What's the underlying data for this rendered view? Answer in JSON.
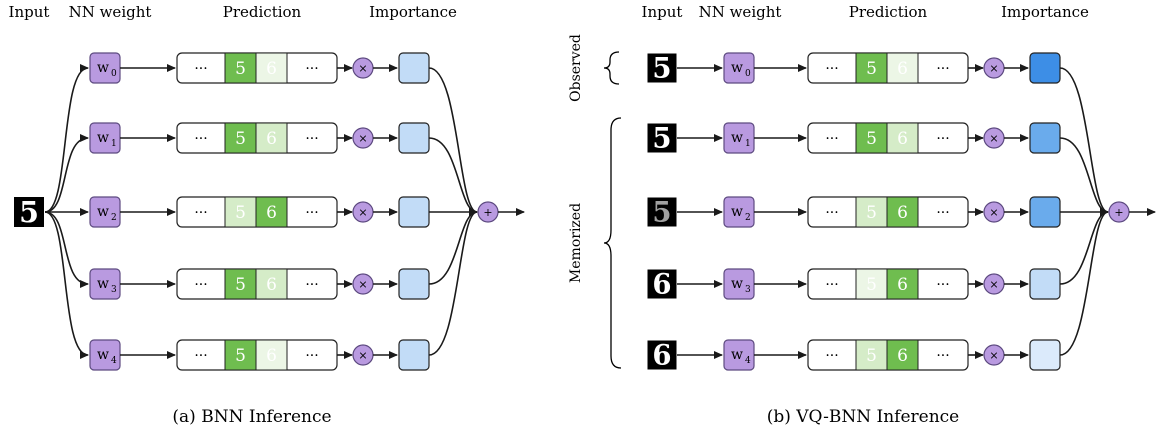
{
  "colors": {
    "weight_fill": "#b99ae0",
    "weight_stroke": "#5d4a80",
    "pred_strong": "#6fbd4f",
    "pred_weak": "#d5ecc8",
    "pred_faint": "#ecf6e6",
    "imp_strong": "#3d8ee6",
    "imp_medium": "#6aabec",
    "imp_light": "#a6cdf5",
    "imp_lighter": "#c2dcf7",
    "imp_faint": "#dbeafb",
    "arrow": "#1a1a1a"
  },
  "panel_a": {
    "headers": {
      "input": "Input",
      "weight": "NN weight",
      "prediction": "Prediction",
      "importance": "Importance"
    },
    "caption": "(a) BNN Inference",
    "input_digit": "5",
    "rows": [
      {
        "w": "w",
        "sub": "0",
        "dots": "···",
        "d5": "5",
        "d6": "6",
        "fill5": "strong",
        "fill6": "faint",
        "imp": "imp_lighter",
        "op": "×"
      },
      {
        "w": "w",
        "sub": "1",
        "dots": "···",
        "d5": "5",
        "d6": "6",
        "fill5": "strong",
        "fill6": "weak",
        "imp": "imp_lighter",
        "op": "×"
      },
      {
        "w": "w",
        "sub": "2",
        "dots": "···",
        "d5": "5",
        "d6": "6",
        "fill5": "weak",
        "fill6": "strong",
        "imp": "imp_lighter",
        "op": "×"
      },
      {
        "w": "w",
        "sub": "3",
        "dots": "···",
        "d5": "5",
        "d6": "6",
        "fill5": "strong",
        "fill6": "weak",
        "imp": "imp_lighter",
        "op": "×"
      },
      {
        "w": "w",
        "sub": "4",
        "dots": "···",
        "d5": "5",
        "d6": "6",
        "fill5": "strong",
        "fill6": "faint",
        "imp": "imp_lighter",
        "op": "×"
      }
    ],
    "sum_op": "+"
  },
  "panel_b": {
    "headers": {
      "input": "Input",
      "weight": "NN weight",
      "prediction": "Prediction",
      "importance": "Importance"
    },
    "caption": "(b) VQ-BNN Inference",
    "group_labels": {
      "observed": "Observed",
      "memorized": "Memorized"
    },
    "rows": [
      {
        "input": "5",
        "w": "w",
        "sub": "0",
        "dots": "···",
        "d5": "5",
        "d6": "6",
        "fill5": "strong",
        "fill6": "faint",
        "imp": "imp_strong",
        "op": "×"
      },
      {
        "input": "5",
        "w": "w",
        "sub": "1",
        "dots": "···",
        "d5": "5",
        "d6": "6",
        "fill5": "strong",
        "fill6": "weak",
        "imp": "imp_medium",
        "op": "×"
      },
      {
        "input": "5",
        "w": "w",
        "sub": "2",
        "dots": "···",
        "d5": "5",
        "d6": "6",
        "fill5": "weak",
        "fill6": "strong",
        "imp": "imp_medium",
        "op": "×"
      },
      {
        "input": "6",
        "w": "w",
        "sub": "3",
        "dots": "···",
        "d5": "5",
        "d6": "6",
        "fill5": "faint",
        "fill6": "strong",
        "imp": "imp_lighter",
        "op": "×"
      },
      {
        "input": "6",
        "w": "w",
        "sub": "4",
        "dots": "···",
        "d5": "5",
        "d6": "6",
        "fill5": "weak",
        "fill6": "strong",
        "imp": "imp_faint",
        "op": "×"
      }
    ],
    "sum_op": "+"
  }
}
